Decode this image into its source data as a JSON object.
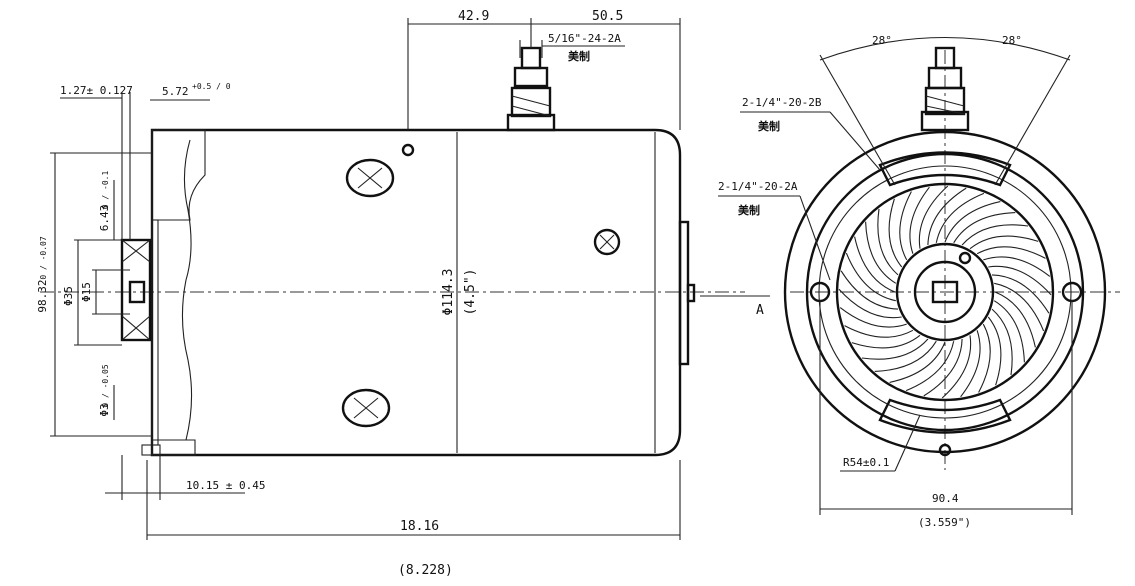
{
  "side_view": {
    "dim_top_left": "42.9",
    "dim_top_right": "50.5",
    "thread_top": "5/16\"-24-2A",
    "thread_top_note": "美制",
    "dim_flange_1": "1.27± 0.127",
    "dim_flange_2": "5.72",
    "dim_flange_2_tol": "+0.5 / 0",
    "dim_vertical_total": "98.32",
    "dim_vertical_total_tol": "0 / -0.07",
    "dim_bore_outer": "Φ35",
    "dim_bore_inner": "Φ15",
    "dim_bearing": "6.43",
    "dim_bearing_tol": "0 / -0.1",
    "dim_small_bore": "Φ3",
    "dim_small_bore_tol": "0 / -0.05",
    "dim_body_diameter": "Φ114.3",
    "dim_body_diameter_in": "(4.5\")",
    "dim_shaft_offset": "10.15 ± 0.45",
    "dim_total_length": "18.16",
    "dim_total_length_in": "(8.228)",
    "view_marker": "A"
  },
  "end_view": {
    "angle_left": "28°",
    "angle_right": "28°",
    "thread_upper": "2-1/4\"-20-2B",
    "thread_upper_note": "美制",
    "thread_lower": "2-1/4\"-20-2A",
    "thread_lower_note": "美制",
    "radius": "R54±0.1",
    "width": "90.4",
    "width_in": "(3.559\")"
  }
}
